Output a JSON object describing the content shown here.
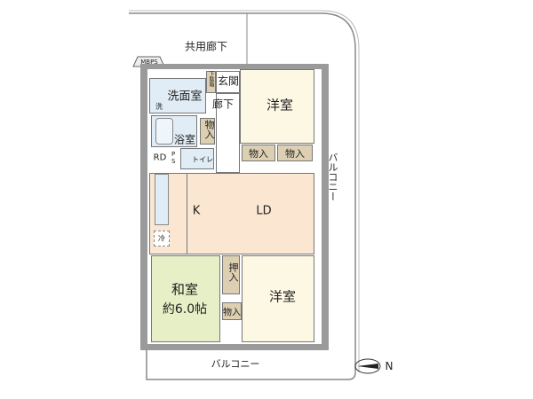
{
  "labels": {
    "corridor": "共用廊下",
    "mbps": "MBPS",
    "washroom": "洗面室",
    "washer": "洗",
    "shoe_box": "下駄箱",
    "entrance": "玄関",
    "hallway": "廊下",
    "western_room_1": "洋室",
    "closet_a": "物入",
    "closet_b": "物入",
    "closet_c": "物入",
    "bathroom": "浴室",
    "closet_d": "物入",
    "rd": "RD",
    "ps": "PS",
    "toilet": "トイレ",
    "kitchen": "K",
    "living_dining": "LD",
    "fridge": "冷",
    "japanese_room": "和室",
    "japanese_room_size": "約6.0帖",
    "oshiire": "押入",
    "western_room_2": "洋室",
    "balcony_bottom": "バルコニー",
    "balcony_right": "バルコニー",
    "north": "N"
  },
  "colors": {
    "wall": "#9a9a9a",
    "wet_area": "#e0ecf6",
    "ldk": "#fbe6d2",
    "western": "#fdf8e4",
    "japanese": "#e6efc6",
    "storage": "#dccfb2"
  }
}
